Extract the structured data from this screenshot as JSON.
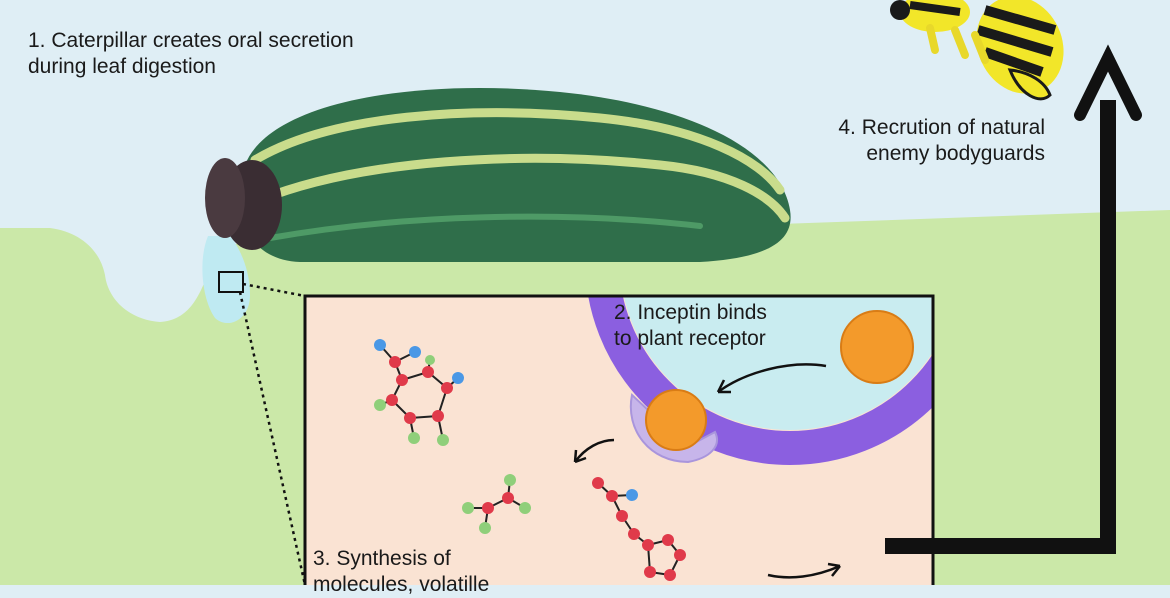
{
  "labels": {
    "step1": "1.  Caterpillar creates oral secretion\nduring leaf digestion",
    "step2": "2. Inceptin binds\nto plant receptor",
    "step3": "3. Synthesis of\nmolecules, volatille",
    "step4": "4. Recrution of natural\nenemy bodyguards"
  },
  "colors": {
    "sky": "#dfeef5",
    "leaf": "#cbe8a8",
    "caterpillar_body": "#2f6e4a",
    "caterpillar_stripe": "#c9dc8c",
    "caterpillar_head": "#3a2d33",
    "oral_secretion": "#bfeaf2",
    "inset_background": "#fae3d3",
    "cell_membrane": "#8b5fe0",
    "extracellular": "#c9ecf0",
    "inceptin": "#f39a2b",
    "receptor": "#c7b5ea",
    "atom_carbon": "#e03a4a",
    "atom_nitrogen": "#4a98e6",
    "atom_hydrogen": "#8fcf7a",
    "arrow": "#111111",
    "wasp_yellow": "#f2e629",
    "wasp_black": "#1a1a1a"
  },
  "icons": [
    "caterpillar-icon",
    "wasp-icon",
    "inceptin-peptide-icon",
    "plant-receptor-icon",
    "molecule-icon"
  ]
}
